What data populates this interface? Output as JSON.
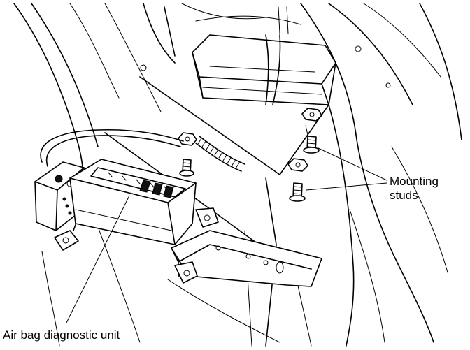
{
  "labels": {
    "mounting_studs_line1": "Mounting",
    "mounting_studs_line2": "studs",
    "diagnostic_unit": "Air bag diagnostic unit"
  }
}
